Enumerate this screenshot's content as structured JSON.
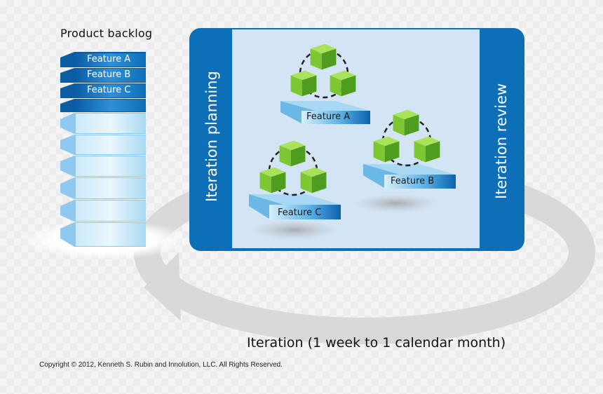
{
  "backlog": {
    "title": "Product backlog",
    "items": [
      "Feature A",
      "Feature B",
      "Feature C"
    ]
  },
  "iteration_box": {
    "planning_label": "Iteration planning",
    "review_label": "Iteration review",
    "features": [
      "Feature A",
      "Feature B",
      "Feature C"
    ]
  },
  "caption": "Iteration (1 week to 1 calendar month)",
  "copyright": "Copyright © 2012, Kenneth S. Rubin and Innolution, LLC. All Rights Reserved.",
  "colors": {
    "blue_dark": "#0d6fb8",
    "blue_light": "#bfe3f7",
    "green_cube": "#7dc832",
    "panel_bg": "#d3e4f5",
    "loop_gray": "#d6d6d6"
  }
}
